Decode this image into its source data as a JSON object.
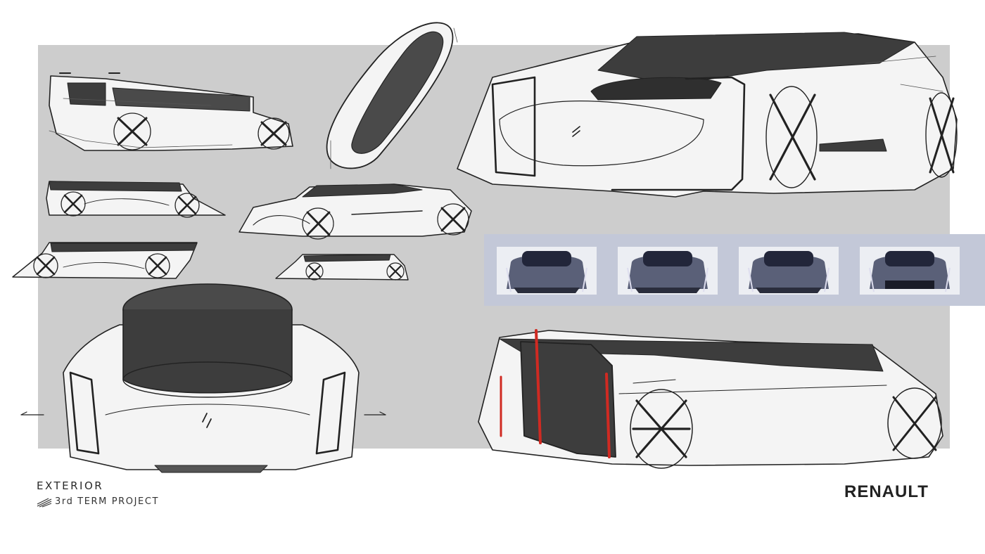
{
  "board": {
    "title": "EXTERIOR",
    "subtitle": "3rd TERM PROJECT",
    "brand": "RENAULT"
  },
  "colors": {
    "board_background": "#cdcdcd",
    "render_strip": "#c3c8d8",
    "car_body": "#5a6078",
    "accent_red": "#d02a22",
    "ink": "#222222"
  },
  "sketches": [
    "side-view-sketch-1",
    "top-view-sketch",
    "three-quarter-front-sketch-large",
    "side-view-sketch-2",
    "three-quarter-sketch-small",
    "side-view-sketch-3",
    "side-view-sketch-4",
    "front-view-sketch",
    "rear-three-quarter-sketch"
  ],
  "renders": [
    "front-render-1",
    "front-render-2",
    "front-render-3",
    "front-render-4"
  ]
}
